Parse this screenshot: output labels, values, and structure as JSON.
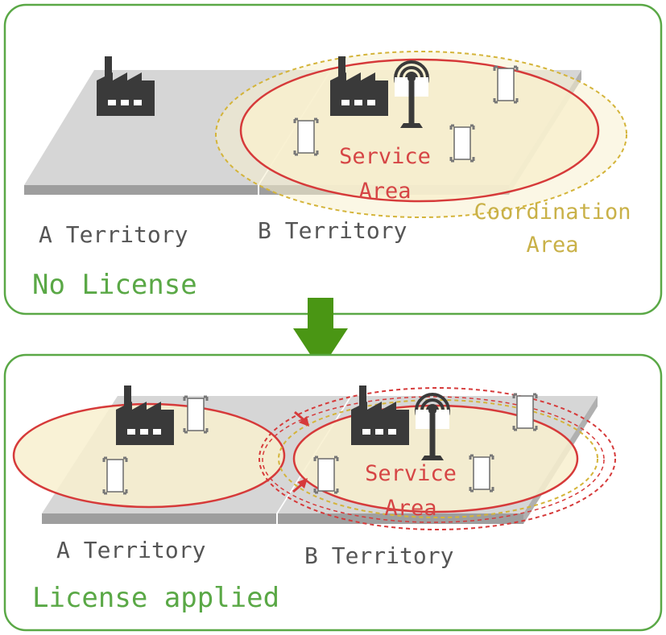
{
  "panels": [
    {
      "id": "top",
      "status_label": "No License",
      "a_territory_label": "A Territory",
      "b_territory_label": "B Territory",
      "service_area_label_line1": "Service",
      "service_area_label_line2": "Area",
      "coordination_area_label_line1": "Coordination",
      "coordination_area_label_line2": "Area"
    },
    {
      "id": "bottom",
      "status_label": "License applied",
      "a_territory_label": "A Territory",
      "b_territory_label": "B Territory",
      "service_area_label_line1": "Service",
      "service_area_label_line2": "Area"
    }
  ],
  "colors": {
    "panel_border": "#5aa846",
    "panel_text": "#5aa846",
    "service_area_stroke": "#d63a3a",
    "coordination_area_stroke": "#d4b43a",
    "area_fill": "#f8f0cf",
    "territory_top": "#d6d6d6",
    "territory_side": "#9e9e9e",
    "arrow": "#4a9614",
    "icon_dark": "#3a3a3a"
  },
  "icons": [
    "factory-icon",
    "antenna-tower-icon",
    "mobile-device-icon",
    "down-arrow-icon"
  ]
}
